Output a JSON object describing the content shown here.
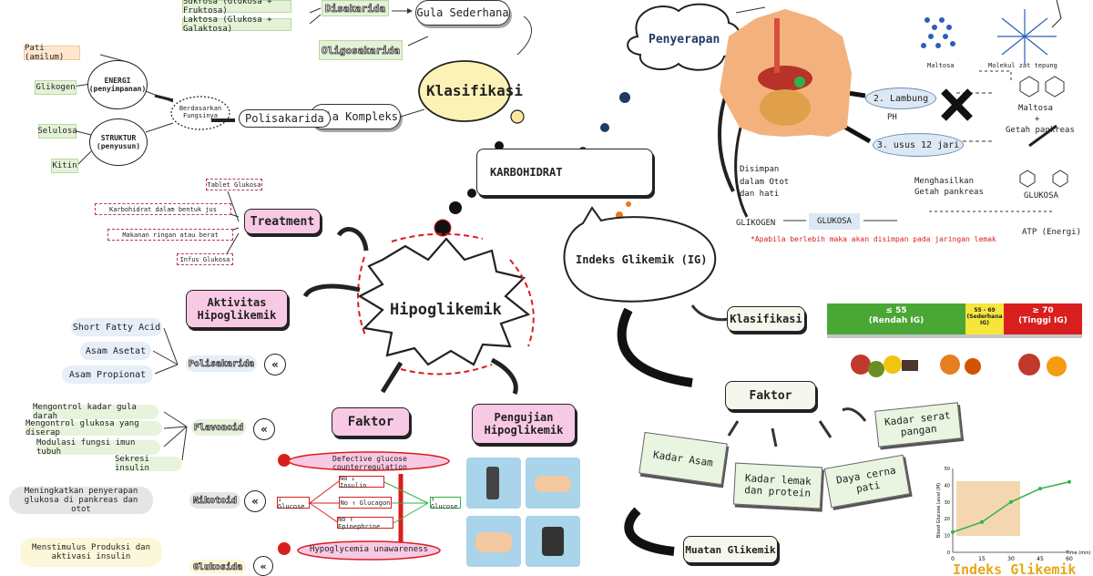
{
  "center": {
    "karbohidrat": "KARBOHIDRAT",
    "hipoglikemik": "Hipoglikemik",
    "indeks_glikemik": "Indeks Glikemik (IG)"
  },
  "klasifikasi": {
    "title": "Klasifikasi",
    "gula_sederhana": "Gula Sederhana",
    "gula_kompleks": "Gula Kompleks",
    "disakarida": "Disakarida",
    "oligosakarida": "Oligosakarida",
    "polisakarida": "Polisakarida",
    "sukrosa": "Sukrosa (Glukosa + Fruktosa)",
    "laktosa": "Laktosa (Glukosa + Galaktosa)",
    "berdasarkan": "Berdasarkan Fungsinya",
    "energi": "ENERGI",
    "energi_sub": "(penyimpanan)",
    "struktur": "STRUKTUR",
    "struktur_sub": "(penyusun)",
    "pati": "Pati (amilum)",
    "glikogen": "Glikogen",
    "selulosa": "Selulosa",
    "kitin": "Kitin"
  },
  "treatment": {
    "title": "Treatment",
    "items": [
      "Tablet Glukosa",
      "Karbohidrat dalam bentuk jus",
      "Makanan ringan atau berat",
      "Infus Glukosa"
    ]
  },
  "aktivitas": {
    "title": "Aktivitas Hipoglikemik",
    "polisakarida": "Polisakarida",
    "poli_items": [
      "Short Fatty Acid",
      "Asam Asetat",
      "Asam Propionat"
    ],
    "flavonoid": "Flavonoid",
    "flav_items": [
      "Mengontrol kadar gula darah",
      "Mengontrol glukosa yang diserap",
      "Modulasi fungsi imun tubuh",
      "Sekresi insulin"
    ],
    "nikotoid": "Nikotoid",
    "niko_item": "Meningkatkan penyerapan glukosa di pankreas dan otot",
    "glukosida": "Glukosida",
    "gluk_item": "Menstimulus Produksi dan aktivasi insulin"
  },
  "faktor_hipo": {
    "title": "Faktor",
    "defective": "Defective glucose counterregulation",
    "no_insulin": "No ↓ Insulin",
    "no_glucagon": "No ↑ Glucagon",
    "no_epinephrine": "No ↑ Epinephrine",
    "down_glucose": "↓ Glucose",
    "up_glucose": "↑ Glucose",
    "unawareness": "Hypoglycemia unawareness"
  },
  "pengujian": {
    "title": "Pengujian Hipoglikemik"
  },
  "penyerapan": {
    "title": "Penyerapan",
    "maltosa_label": "Maltosa",
    "molekul": "Molekul zat tepung",
    "lambung": "2. Lambung",
    "ph": "PH",
    "usus": "3. usus 12 jari",
    "maltosa": "Maltosa",
    "plus": "+",
    "getah": "Getah pankreas",
    "menghasilkan": "Menghasilkan Getah pankreas",
    "disimpan": "Disimpan dalam Otot dan hati",
    "glikogen": "GLIKOGEN",
    "glukosa": "GLUKOSA",
    "glukosa2": "GLUKOSA",
    "atp": "ATP (Energi)",
    "note": "*Apabila berlebih maka akan disimpan pada jaringan lemak"
  },
  "ig": {
    "klasifikasi": "Klasifikasi",
    "faktor": "Faktor",
    "muatan": "Muatan Glikemik",
    "kadar_serat": "Kadar serat pangan",
    "kadar_asam": "Kadar Asam",
    "kadar_lemak": "Kadar lemak dan protein",
    "daya_cerna": "Daya cerna pati",
    "low": "≤ 55",
    "low_sub": "(Rendah IG)",
    "mid": "55 - 69",
    "mid_sub": "(Sederhana IG)",
    "high": "≥ 70",
    "high_sub": "(Tinggi IG)",
    "footer": "Indeks Glikemik"
  },
  "chart_data": {
    "type": "line",
    "xlabel": "Time (min)",
    "ylabel": "Blood Glucose Level (M)",
    "x": [
      0,
      15,
      30,
      45,
      60
    ],
    "ylim": [
      0,
      50
    ],
    "yticks": [
      0,
      10,
      20,
      30,
      40,
      50
    ],
    "xticks": [
      0,
      15,
      30,
      45,
      60
    ],
    "series": [
      {
        "values": [
          12,
          18,
          30,
          38,
          42
        ],
        "color": "#2db34a"
      }
    ]
  },
  "colors": {
    "accent_pink": "#f8c9e4",
    "red": "#d91e1e",
    "green": "#2db34a",
    "yellow": "#f6e53b"
  }
}
